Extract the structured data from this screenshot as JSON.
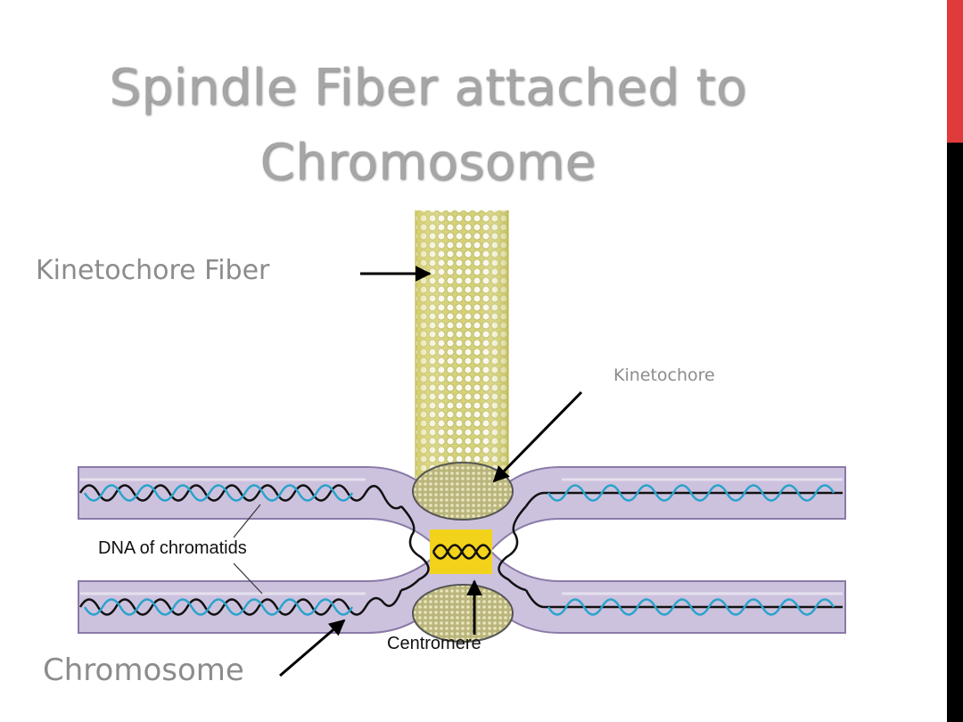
{
  "slide": {
    "title_line1": "Spindle Fiber attached to",
    "title_line2": "Chromosome"
  },
  "labels": {
    "kinetochore_fiber": "Kinetochore Fiber",
    "kinetochore": "Kinetochore",
    "dna_of_chromatids": "DNA of chromatids",
    "centromere": "Centromere",
    "chromosome": "Chromosome"
  },
  "colors": {
    "title_gray": "#a6a6a6",
    "label_gray": "#8c8c8c",
    "fiber_yellow": "#d9d56a",
    "chromatid_lavender": "#cdc2de",
    "chromatid_outline": "#8a7aa8",
    "centromere_yellow": "#f2d21a",
    "kinetochore_green": "#c9c48e",
    "accent_red": "#e03a3a",
    "side_black": "#000000"
  }
}
